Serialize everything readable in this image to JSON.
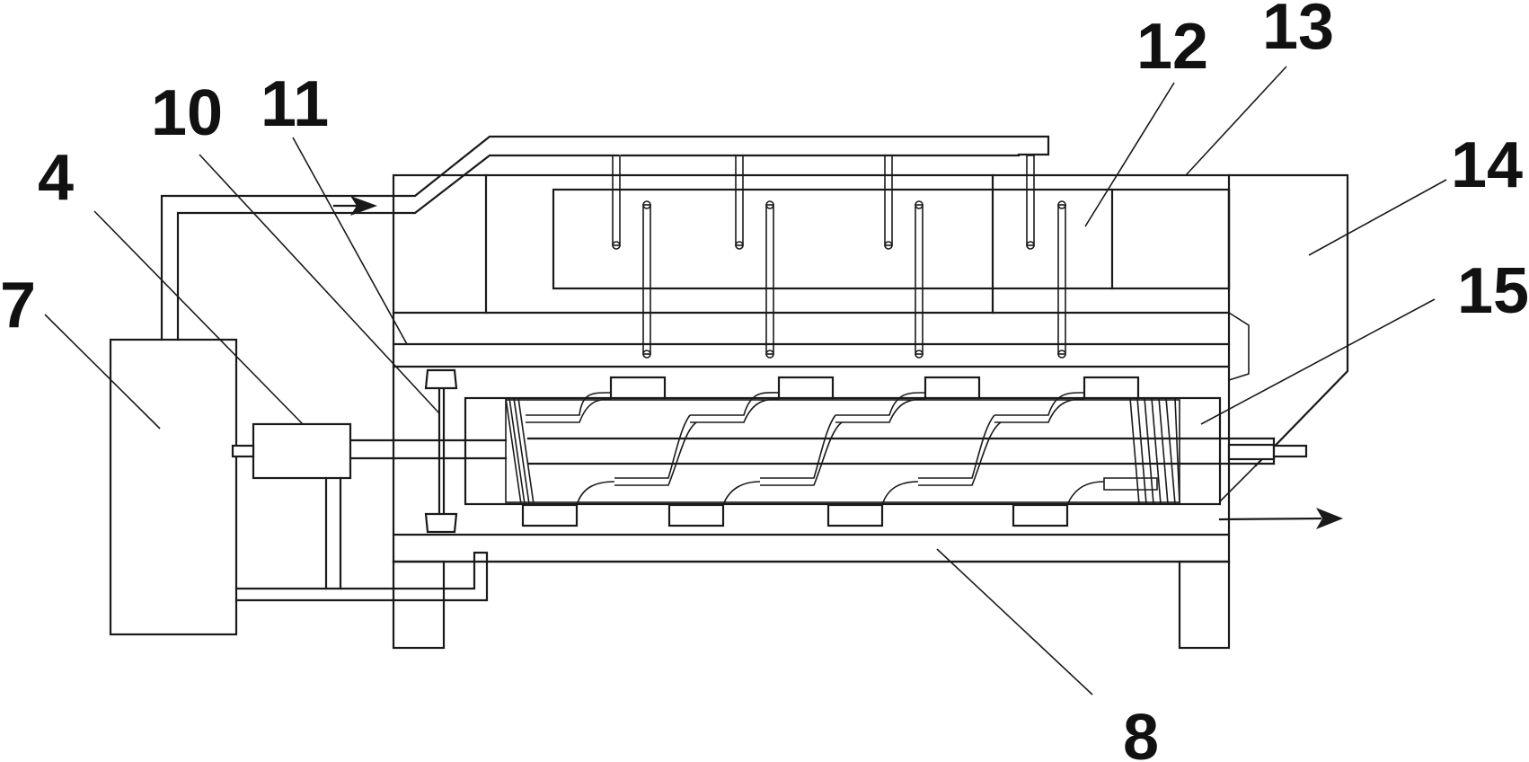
{
  "labels": {
    "l4": "4",
    "l7": "7",
    "l8": "8",
    "l10": "10",
    "l11": "11",
    "l12": "12",
    "l13": "13",
    "l14": "14",
    "l15": "15"
  }
}
